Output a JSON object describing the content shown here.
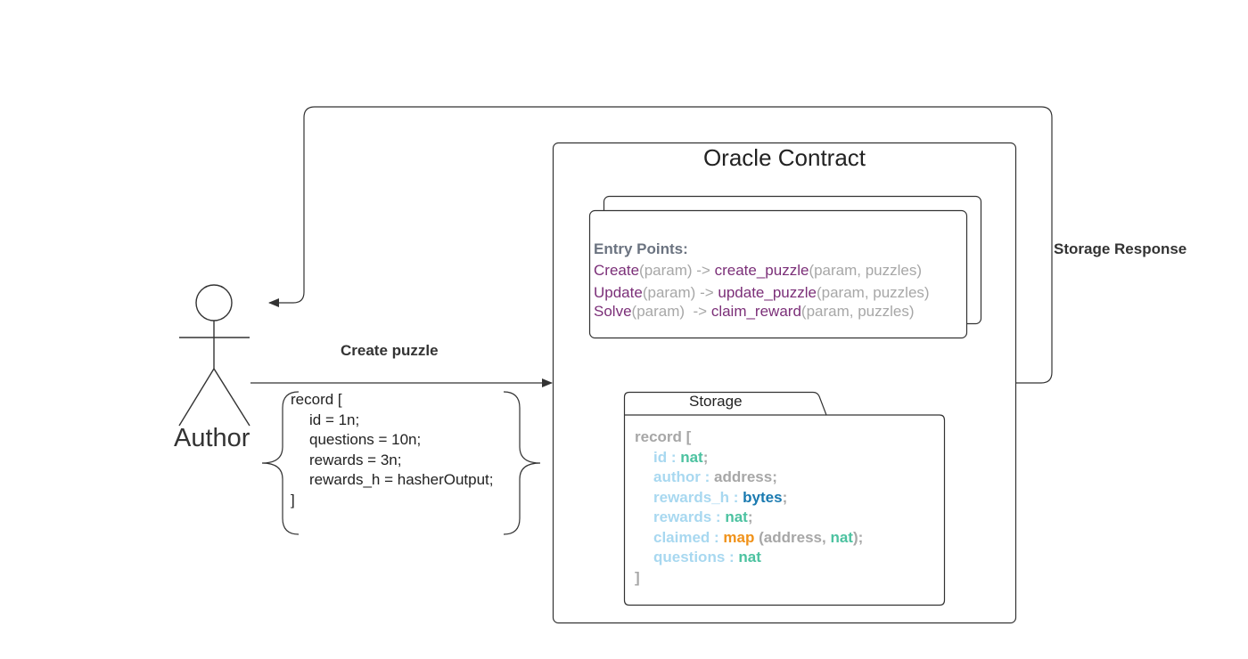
{
  "actor": {
    "name": "Author"
  },
  "edges": {
    "create_label": "Create puzzle",
    "response_label": "Storage Response"
  },
  "contract": {
    "title": "Oracle Contract"
  },
  "entry_points": {
    "heading": "Entry Points:",
    "rows": [
      {
        "name": "Create",
        "param": "(param)",
        "arrow": " -> ",
        "fn": "create_puzzle",
        "args": "(param, puzzles)"
      },
      {
        "name": "Update",
        "param": "(param)",
        "arrow": " -> ",
        "fn": "update_puzzle",
        "args": "(param, puzzles)"
      },
      {
        "name": "Solve",
        "param": "(param)",
        "arrow": "  -> ",
        "fn": "claim_reward",
        "args": "(param, puzzles)"
      }
    ]
  },
  "record_param": {
    "lines": [
      "record [",
      "id = 1n;",
      "questions = 10n;",
      "rewards = 3n;",
      "rewards_h = hasherOutput;",
      "]"
    ]
  },
  "storage": {
    "tab_label": "Storage",
    "open": "record [",
    "close": "]",
    "fields": [
      {
        "name": "id",
        "sep": " : ",
        "type": "nat",
        "type_color": "teal",
        "rest": "",
        "end": ";"
      },
      {
        "name": "author",
        "sep": " : ",
        "type": "address",
        "type_color": "grey",
        "rest": "",
        "end": ";"
      },
      {
        "name": "rewards_h",
        "sep": " : ",
        "type": "bytes",
        "type_color": "darkblue",
        "rest": "",
        "end": ";"
      },
      {
        "name": "rewards",
        "sep": " : ",
        "type": "nat",
        "type_color": "teal",
        "rest": "",
        "end": ";"
      },
      {
        "name": "claimed",
        "sep": " : ",
        "type": "map",
        "type_color": "orange",
        "rest": "",
        "end": ";"
      },
      {
        "name": "questions",
        "sep": " : ",
        "type": "nat",
        "type_color": "teal",
        "rest": "",
        "end": ""
      }
    ],
    "map_args": {
      "open": " (address, ",
      "nat": "nat",
      "close": ")"
    }
  },
  "colors": {
    "line": "#333333",
    "purple": "#7b2f78",
    "grey": "#a7a7a7",
    "field_blue": "#a8d8f0",
    "teal": "#4cc2a0",
    "dark_blue": "#1a7ab0",
    "orange": "#f0921a"
  }
}
